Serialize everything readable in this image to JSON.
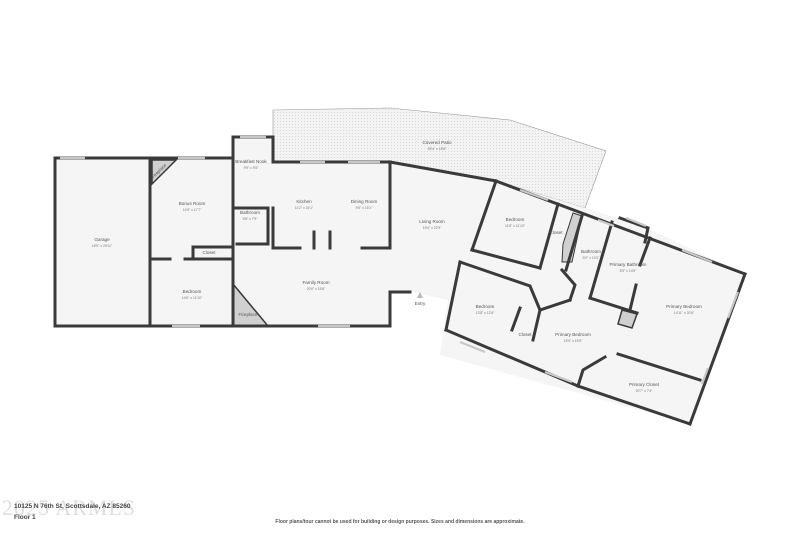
{
  "footer": {
    "address": "10125 N 76th St, Scottsdale, AZ 85260",
    "floor": "Floor 1",
    "disclaimer": "Floor plans/tour cannot be used for building or design purposes. Sizes and dimensions are approximate.",
    "watermark": "2025 ARMLS"
  },
  "rooms": {
    "garage": {
      "label": "Garage",
      "dim": "16'0\" x 29'11\""
    },
    "bonus_room": {
      "label": "Bonus Room",
      "dim": "14'5\" x 17'7\""
    },
    "fireplace_bonus": {
      "label": "Fireplace"
    },
    "closet_bonus": {
      "label": "Closet"
    },
    "bedroom_1": {
      "label": "Bedroom",
      "dim": "14'5\" x 11'10\""
    },
    "breakfast_nook": {
      "label": "Breakfast Nook",
      "dim": "9'9\" x 9'5\""
    },
    "bathroom_1": {
      "label": "Bathroom",
      "dim": "5'8\" x 7'9\""
    },
    "kitchen": {
      "label": "Kitchen",
      "dim": "11'2\" x 15'1\""
    },
    "dining_room": {
      "label": "Dining Room",
      "dim": "9'5\" x 15'1\""
    },
    "family_room": {
      "label": "Family Room",
      "dim": "20'0\" x 15'8\""
    },
    "fireplace_family": {
      "label": "Fireplace"
    },
    "covered_patio": {
      "label": "Covered Patio",
      "dim": "59'4\" x 18'8\""
    },
    "living_room": {
      "label": "Living Room",
      "dim": "19'4\" x 22'9\""
    },
    "entry": {
      "label": "Entry"
    },
    "bedroom_2": {
      "label": "Bedroom",
      "dim": "11'8\" x 11'10\""
    },
    "closet_2": {
      "label": "Closet"
    },
    "bathroom_2": {
      "label": "Bathroom",
      "dim": "5'0\" x 10'0\""
    },
    "primary_bathroom": {
      "label": "Primary Bathroom",
      "dim": "8'9\" x 14'5\""
    },
    "primary_bedroom": {
      "label": "Primary Bedroom",
      "dim": "14'11\" x 20'8\""
    },
    "bedroom_3": {
      "label": "Bedroom",
      "dim": "13'8\" x 12'6\""
    },
    "closet_3": {
      "label": "Closet"
    },
    "primary_bedroom_2": {
      "label": "Primary Bedroom",
      "dim": "15'0\" x 15'5\""
    },
    "primary_closet": {
      "label": "Primary Closet",
      "dim": "20'7\" x 7'4\""
    }
  },
  "colors": {
    "wall": "#3a3a3a",
    "floor": "#f5f5f5",
    "patio": "#eeeeee",
    "fireplace": "#d4d4d4"
  }
}
